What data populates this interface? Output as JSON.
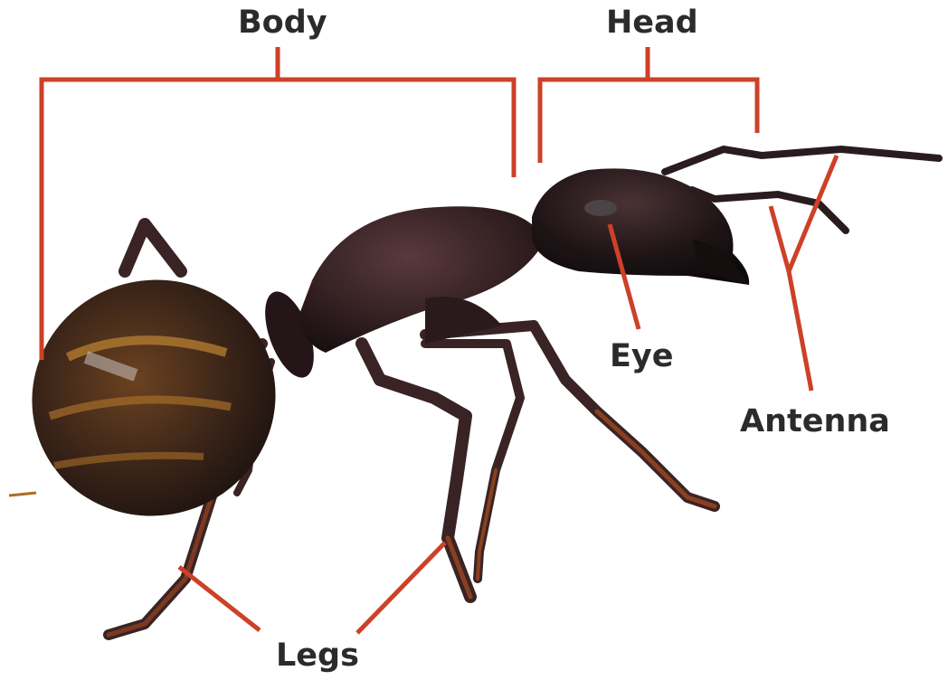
{
  "labels": {
    "body": "Body",
    "head": "Head",
    "eye": "Eye",
    "antenna": "Antenna",
    "legs": "Legs"
  },
  "colors": {
    "leader_line": "#cc4128",
    "label_text": "#2b2b2b",
    "ant_dark": "#1d1416",
    "ant_mid": "#3a2324",
    "ant_amber": "#a0641e",
    "background": "#ffffff"
  }
}
